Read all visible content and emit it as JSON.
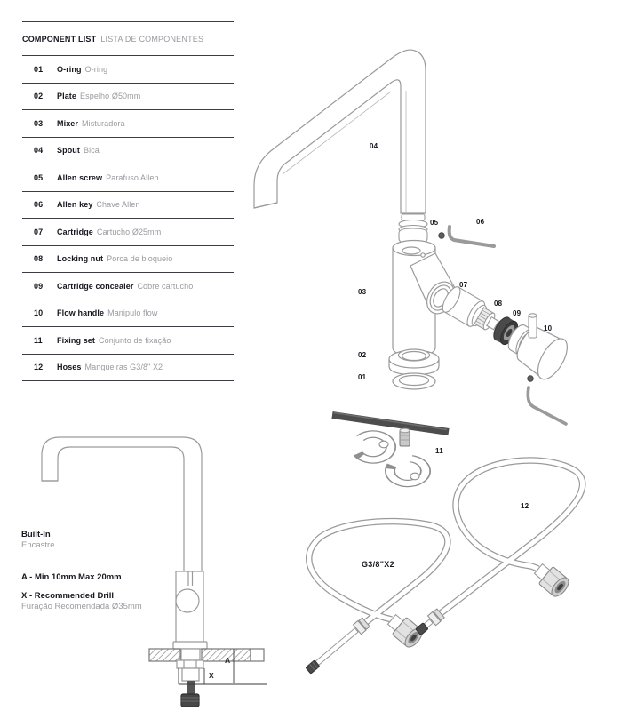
{
  "component_list": {
    "title_en": "COMPONENT LIST",
    "title_pt": "LISTA DE COMPONENTES",
    "rows": [
      {
        "num": "01",
        "name": "O-ring",
        "desc": "O-ring"
      },
      {
        "num": "02",
        "name": "Plate",
        "desc": "Espelho Ø50mm"
      },
      {
        "num": "03",
        "name": "Mixer",
        "desc": "Misturadora"
      },
      {
        "num": "04",
        "name": "Spout",
        "desc": "Bica"
      },
      {
        "num": "05",
        "name": "Allen screw",
        "desc": "Parafuso Allen"
      },
      {
        "num": "06",
        "name": "Allen key",
        "desc": "Chave Allen"
      },
      {
        "num": "07",
        "name": "Cartridge",
        "desc": "Cartucho Ø25mm"
      },
      {
        "num": "08",
        "name": "Locking nut",
        "desc": "Porca de bloqueio"
      },
      {
        "num": "09",
        "name": "Cartridge concealer",
        "desc": "Cobre cartucho"
      },
      {
        "num": "10",
        "name": "Flow handle",
        "desc": "Manipulo flow"
      },
      {
        "num": "11",
        "name": "Fixing set",
        "desc": "Conjunto de fixação"
      },
      {
        "num": "12",
        "name": "Hoses",
        "desc": "Mangueiras G3/8\" X2"
      }
    ]
  },
  "diagram": {
    "labels": {
      "l01": "01",
      "l02": "02",
      "l03": "03",
      "l04": "04",
      "l05": "05",
      "l06": "06",
      "l07": "07",
      "l08": "08",
      "l09": "09",
      "l10": "10",
      "l11": "11",
      "l12": "12"
    },
    "hose_spec": "G3/8\"X2"
  },
  "builtin": {
    "title": "Built-In",
    "subtitle": "Encastre",
    "note_a": "A - Min 10mm Max 20mm",
    "note_x_title": "X - Recommended Drill",
    "note_x_desc": "Furação Recomendada Ø35mm",
    "dim_a": "A",
    "dim_x": "X"
  },
  "colors": {
    "line_gray": "#9a9a9a",
    "text_dark": "#17171f",
    "text_gray": "#9a9aa0",
    "rule_dark": "#3c3c44",
    "dark_part": "#4d4d4d"
  }
}
